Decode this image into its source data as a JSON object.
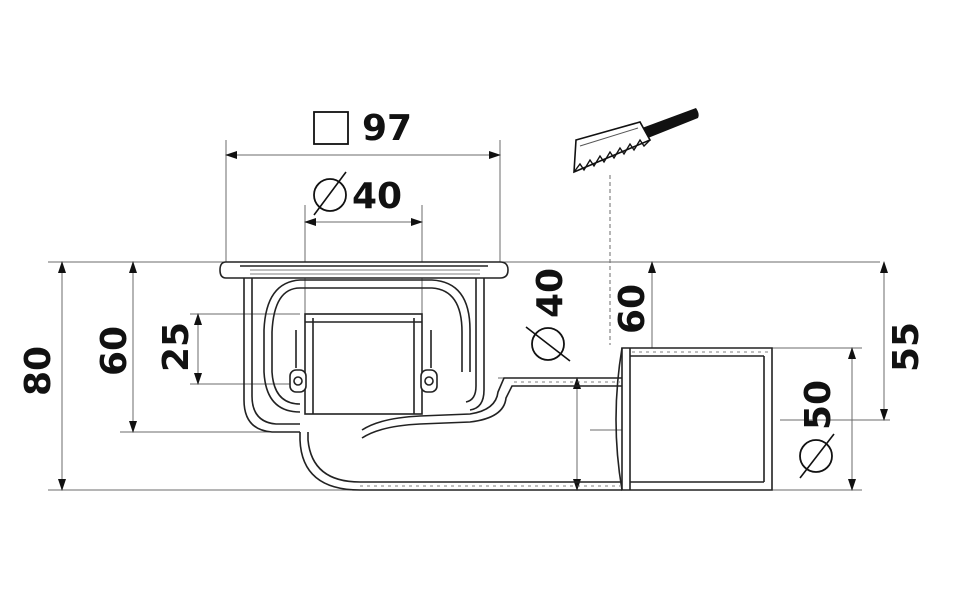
{
  "dimensions": {
    "square_width": "97",
    "outlet_diameter_top": "40",
    "side_outlet_diameter": "40",
    "height_total": "80",
    "height_body": "60",
    "height_inner": "25",
    "height_right": "60",
    "height_far_right": "55",
    "pipe_diameter": "50"
  },
  "symbols": {
    "square": "square-symbol",
    "diameter": "diameter-symbol",
    "tool": "saw-icon"
  },
  "colors": {
    "line": "#222222",
    "dim_line": "#6b6b6b",
    "text": "#111111"
  }
}
